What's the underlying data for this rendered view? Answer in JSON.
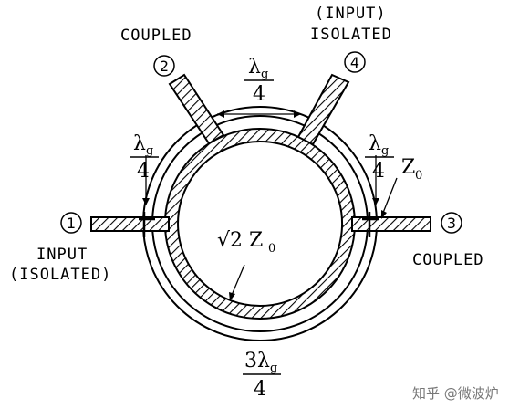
{
  "ports": [
    {
      "number": "1",
      "label_line1": "INPUT",
      "label_line2": "(ISOLATED)"
    },
    {
      "number": "2",
      "label_line1": "COUPLED",
      "label_line2": ""
    },
    {
      "number": "3",
      "label_line1": "COUPLED",
      "label_line2": ""
    },
    {
      "number": "4",
      "label_line1": "(INPUT)",
      "label_line2": "ISOLATED"
    }
  ],
  "sections": {
    "top": {
      "numer": "λ",
      "sub": "g",
      "denom": "4"
    },
    "left": {
      "numer": "λ",
      "sub": "g",
      "denom": "4"
    },
    "right": {
      "numer": "λ",
      "sub": "g",
      "denom": "4"
    },
    "bottom": {
      "numer": "3λ",
      "sub": "g",
      "denom": "4"
    }
  },
  "impedances": {
    "ring": "√2 Z",
    "ring_sub": "0",
    "port": "Z",
    "port_sub": "0"
  },
  "watermark": "知乎 @微波炉",
  "colors": {
    "ink": "#000000",
    "watermark": "#777777"
  }
}
